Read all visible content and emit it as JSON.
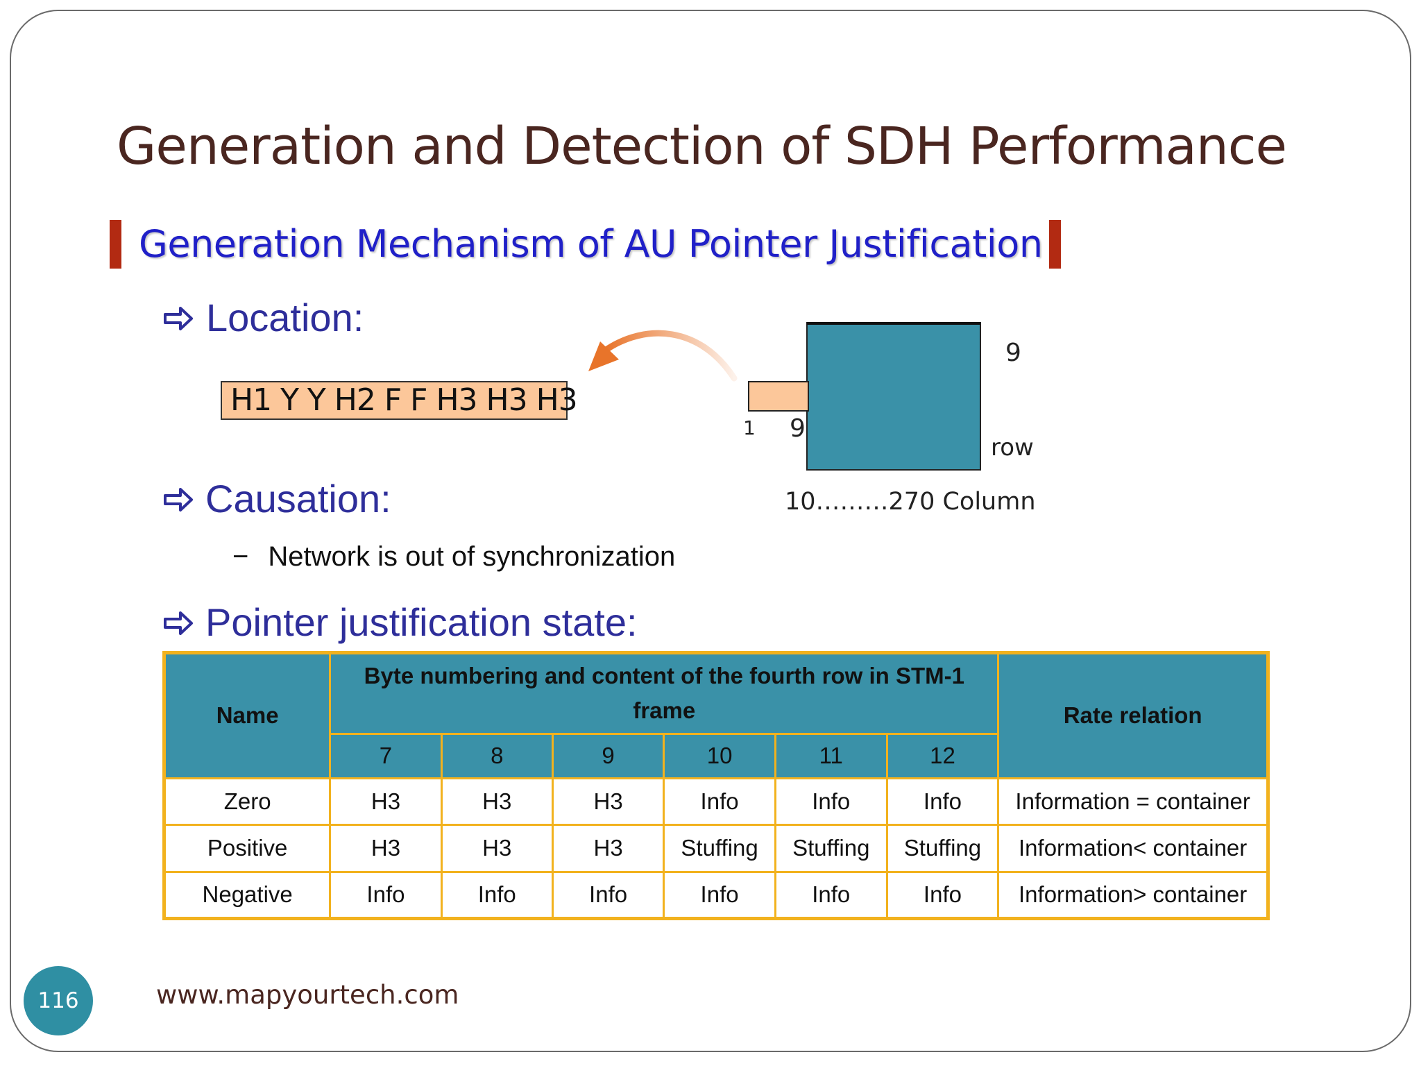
{
  "slide": {
    "title": "Generation and Detection of SDH Performance",
    "subtitle": "Generation Mechanism of AU Pointer Justification",
    "bullets": {
      "location_label": "Location:",
      "causation_label": "Causation:",
      "causation_detail": "Network is out of synchronization",
      "state_label": "Pointer justification state:"
    },
    "pointer_bytes": "H1 Y Y H2 F F H3 H3 H3",
    "diagram": {
      "rows_label_num": "9",
      "rows_label": "row",
      "left_num_1": "1",
      "left_num_9": "9",
      "column_label": "10………270 Column",
      "colors": {
        "payload": "#3a91a8",
        "pointer_strip": "#fcc79a",
        "arrow": "#e8742a"
      }
    },
    "table": {
      "header_name": "Name",
      "header_bytes": "Byte numbering and content of the fourth row in STM-1 frame",
      "header_rate": "Rate relation",
      "byte_numbers": [
        "7",
        "8",
        "9",
        "10",
        "11",
        "12"
      ],
      "rows": [
        {
          "name": "Zero",
          "cells": [
            "H3",
            "H3",
            "H3",
            "Info",
            "Info",
            "Info"
          ],
          "rate": "Information = container"
        },
        {
          "name": "Positive",
          "cells": [
            "H3",
            "H3",
            "H3",
            "Stuffing",
            "Stuffing",
            "Stuffing"
          ],
          "rate": "Information< container"
        },
        {
          "name": "Negative",
          "cells": [
            "Info",
            "Info",
            "Info",
            "Info",
            "Info",
            "Info"
          ],
          "rate": "Information> container"
        }
      ],
      "colors": {
        "header_bg": "#3a91a8",
        "border": "#f2b21e"
      }
    },
    "page_number": "116",
    "footer_url": "www.mapyourtech.com",
    "colors": {
      "title": "#4a2620",
      "subtitle": "#2020c8",
      "bullet": "#2e2e9a",
      "accent_bar": "#b22a12"
    }
  }
}
